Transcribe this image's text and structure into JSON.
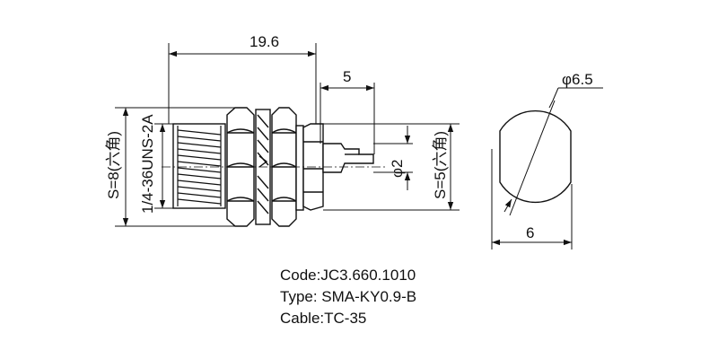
{
  "dimensions": {
    "overall_length": "19.6",
    "pin_length": "5",
    "hex_left": "S=8(六角)",
    "thread": "1/4-36UNS-2A",
    "pin_diameter": "φ2",
    "hex_right": "S=5(六角)",
    "end_diameter": "φ6.5",
    "end_flat": "6"
  },
  "caption": {
    "code": "Code:JC3.660.1010",
    "type": "Type: SMA-KY0.9-B",
    "cable": "Cable:TC-35"
  }
}
